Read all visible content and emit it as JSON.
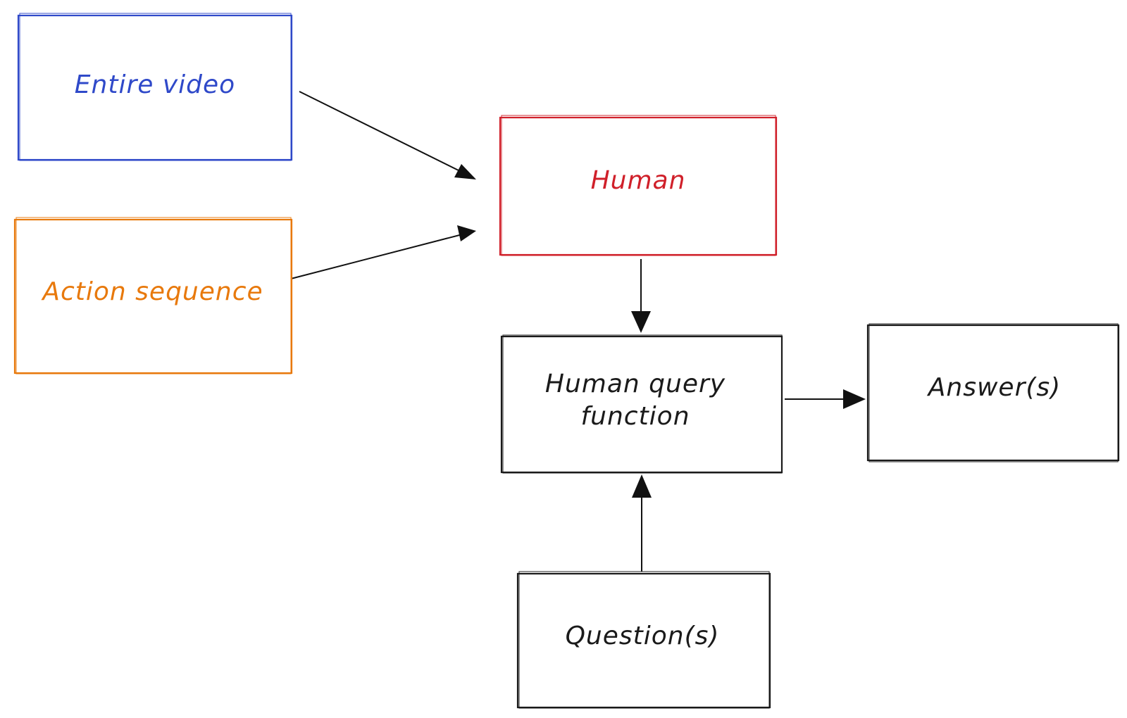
{
  "diagram": {
    "nodes": {
      "entire_video": {
        "lines": [
          "Entire video"
        ],
        "color": "#2f49c9"
      },
      "action_sequence": {
        "lines": [
          "Action sequence"
        ],
        "color": "#e8790c"
      },
      "human": {
        "lines": [
          "Human"
        ],
        "color": "#d0202a"
      },
      "human_query_function": {
        "lines": [
          "Human query",
          "function"
        ],
        "color": "#1a1a1a"
      },
      "answers": {
        "lines": [
          "Answer(s)"
        ],
        "color": "#1a1a1a"
      },
      "questions": {
        "lines": [
          "Question(s)"
        ],
        "color": "#1a1a1a"
      }
    },
    "edges": [
      {
        "from": "entire_video",
        "to": "human"
      },
      {
        "from": "action_sequence",
        "to": "human"
      },
      {
        "from": "human",
        "to": "human_query_function"
      },
      {
        "from": "questions",
        "to": "human_query_function"
      },
      {
        "from": "human_query_function",
        "to": "answers"
      }
    ],
    "edge_color": "#111111"
  }
}
